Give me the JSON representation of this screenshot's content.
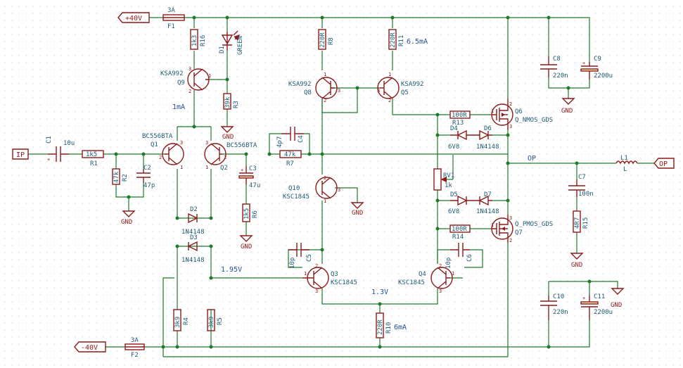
{
  "ports": {
    "vpos": "+40V",
    "vneg": "-40V",
    "in": "IP",
    "out": "OP"
  },
  "gnd": "GND",
  "nets": {
    "op": "OP",
    "v1": "1.95V",
    "v2": "1.3V",
    "i1": "1mA",
    "i2": "6.5mA",
    "i3": "6mA"
  },
  "parts": {
    "F1": {
      "ref": "F1",
      "val": "3A"
    },
    "F2": {
      "ref": "F2",
      "val": "3A"
    },
    "C1": {
      "ref": "C1",
      "val": "10u"
    },
    "R1": {
      "ref": "R1",
      "val": "1k5"
    },
    "R2": {
      "ref": "R2",
      "val": "47k"
    },
    "C2": {
      "ref": "C2",
      "val": "47p"
    },
    "Q1": {
      "ref": "Q1",
      "val": "BC556BTA"
    },
    "Q2": {
      "ref": "Q2",
      "val": "BC556BTA"
    },
    "R16": {
      "ref": "R16",
      "val": "1k3"
    },
    "D1": {
      "ref": "D1",
      "val": "GREEN"
    },
    "Q9": {
      "ref": "Q9",
      "val": "KSA992"
    },
    "R3": {
      "ref": "R3",
      "val": "39k"
    },
    "C3": {
      "ref": "C3",
      "val": "47u"
    },
    "R6": {
      "ref": "R6",
      "val": "1k5"
    },
    "C4": {
      "ref": "C4",
      "val": "4p7"
    },
    "R7": {
      "ref": "R7",
      "val": "47k"
    },
    "D2": {
      "ref": "D2",
      "val": "1N4148"
    },
    "D3": {
      "ref": "D3",
      "val": "1N4148"
    },
    "R4": {
      "ref": "R4",
      "val": "3k9"
    },
    "R5": {
      "ref": "R5",
      "val": "3k9"
    },
    "R8": {
      "ref": "R8",
      "val": "220R"
    },
    "R11": {
      "ref": "R11",
      "val": "220R"
    },
    "Q8": {
      "ref": "Q8",
      "val": "KSA992"
    },
    "Q5": {
      "ref": "Q5",
      "val": "KSA992"
    },
    "Q10": {
      "ref": "Q10",
      "val": "KSC1845"
    },
    "Q3": {
      "ref": "Q3",
      "val": "KSC1845"
    },
    "Q4": {
      "ref": "Q4",
      "val": "KSC1845"
    },
    "C5": {
      "ref": "C5",
      "val": "10p"
    },
    "C6": {
      "ref": "C6",
      "val": "10p"
    },
    "R10": {
      "ref": "R10",
      "val": "220R"
    },
    "R13": {
      "ref": "R13",
      "val": "100R"
    },
    "R14": {
      "ref": "R14",
      "val": "100R"
    },
    "Q6": {
      "ref": "Q6",
      "val": "Q_NMOS_GDS"
    },
    "Q7": {
      "ref": "Q7",
      "val": "Q_PMOS_GDS"
    },
    "D4": {
      "ref": "D4",
      "val": "6V8"
    },
    "D5": {
      "ref": "D5",
      "val": "6V8"
    },
    "D6": {
      "ref": "D6",
      "val": "1N4148"
    },
    "D7": {
      "ref": "D7",
      "val": "1N4148"
    },
    "RV1": {
      "ref": "RV1",
      "val": "1k"
    },
    "C7": {
      "ref": "C7",
      "val": "100n"
    },
    "R15": {
      "ref": "R15",
      "val": "4R7"
    },
    "L1": {
      "ref": "L1",
      "val": "L"
    },
    "C8": {
      "ref": "C8",
      "val": "220n"
    },
    "C9": {
      "ref": "C9",
      "val": "2200u"
    },
    "C10": {
      "ref": "C10",
      "val": "220n"
    },
    "C11": {
      "ref": "C11",
      "val": "2200u"
    }
  }
}
